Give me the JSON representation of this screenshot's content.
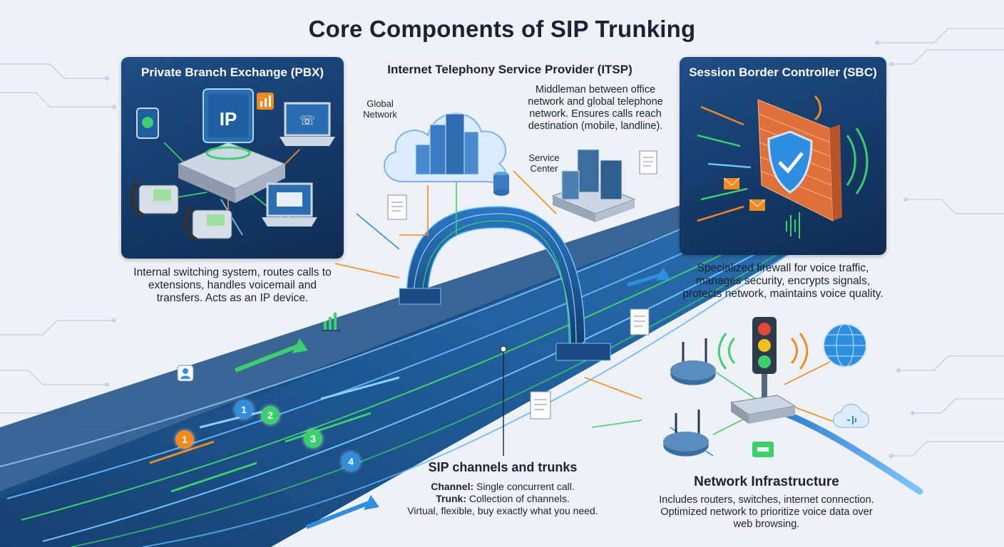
{
  "title": "Core Components of SIP Trunking",
  "pbx": {
    "title": "Private Branch Exchange (PBX)",
    "screen_text": "IP",
    "caption": [
      "Internal switching system, routes calls to",
      "extensions, handles voicemail and",
      "transfers. Acts as an IP device."
    ]
  },
  "itsp": {
    "title": "Internet Telephony Service Provider (ITSP)",
    "global_network_label": [
      "Global",
      "Network"
    ],
    "service_center_label": [
      "Service",
      "Center"
    ],
    "caption": [
      "Middleman between office",
      "network and global telephone",
      "network. Ensures calls reach",
      "destination (mobile, landline)."
    ]
  },
  "sbc": {
    "title": "Session Border Controller (SBC)",
    "caption": [
      "Specialized firewall for voice traffic,",
      "manages security, encrypts signals,",
      "protects network, maintains voice quality."
    ]
  },
  "sip": {
    "heading": "SIP channels and trunks",
    "channel_term": "Channel:",
    "channel_desc": " Single concurrent call.",
    "trunk_term": "Trunk:",
    "trunk_desc": " Collection of channels.",
    "note": "Virtual, flexible, buy exactly what you need.",
    "channel_numbers": [
      "1",
      "1",
      "2",
      "3",
      "4"
    ]
  },
  "network": {
    "heading": "Network Infrastructure",
    "caption": [
      "Includes routers, switches, internet connection.",
      "Optimized network to prioritize voice data over",
      "web browsing."
    ]
  },
  "colors": {
    "panel": "#1a4577",
    "road": "#1d4f86",
    "accent_green": "#3ccf6e",
    "accent_orange": "#f28a1e",
    "accent_blue": "#2e8fe0",
    "text": "#1a2233"
  },
  "icons": [
    "ip-pbx-box-icon",
    "desk-phone-icon",
    "laptop-icon",
    "chart-icon",
    "cloud-icon",
    "building-icon",
    "server-rack-icon",
    "document-icon",
    "firewall-icon",
    "shield-check-icon",
    "envelope-icon",
    "signal-wave-icon",
    "router-icon",
    "switch-icon",
    "traffic-light-icon",
    "globe-icon",
    "cloud-audio-icon",
    "user-icon",
    "arrow-icon"
  ]
}
